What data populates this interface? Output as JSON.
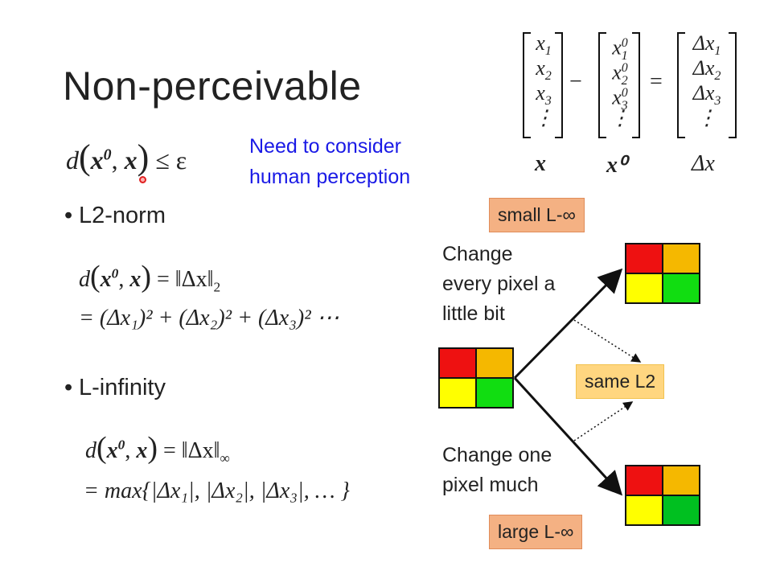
{
  "slide": {
    "title": "Non-perceivable",
    "constraint": {
      "lhs": "d",
      "rhs": "≤ ε"
    },
    "note_line1": "Need to consider",
    "note_line2": "human perception",
    "bullet1": "L2-norm",
    "bullet2": "L-infinity",
    "l2_eq_line1_end": "= ‖Δx‖",
    "l2_eq_line1_sub": "2",
    "l2_eq_line2": "= (Δx₁)² + (Δx₂)² + (Δx₃)² ⋯",
    "linf_eq_line1_end": "= ‖Δx‖",
    "linf_eq_line1_sub": "∞",
    "linf_eq_line2": "= max{|Δx₁|, |Δx₂|, |Δx₃|, … }",
    "box_small": "small L-∞",
    "box_same": "same L2",
    "box_large": "large L-∞",
    "label_top_1": "Change",
    "label_top_2": "every pixel a",
    "label_top_3": "little bit",
    "label_bottom_1": "Change one",
    "label_bottom_2": "pixel much",
    "vec_labels": {
      "x": "x",
      "x0": "x⁰",
      "dx": "Δx"
    },
    "minus": "−",
    "equals": "="
  },
  "colors": {
    "red": "#ee1111",
    "orange": "#ffb400",
    "yellow": "#ffff00",
    "green": "#11dd11",
    "orange_small": "#f5b800",
    "green_dark": "#00c020",
    "note_blue": "#1a1ae6",
    "box_red": "#f4b183",
    "box_yellow": "#ffd680"
  }
}
